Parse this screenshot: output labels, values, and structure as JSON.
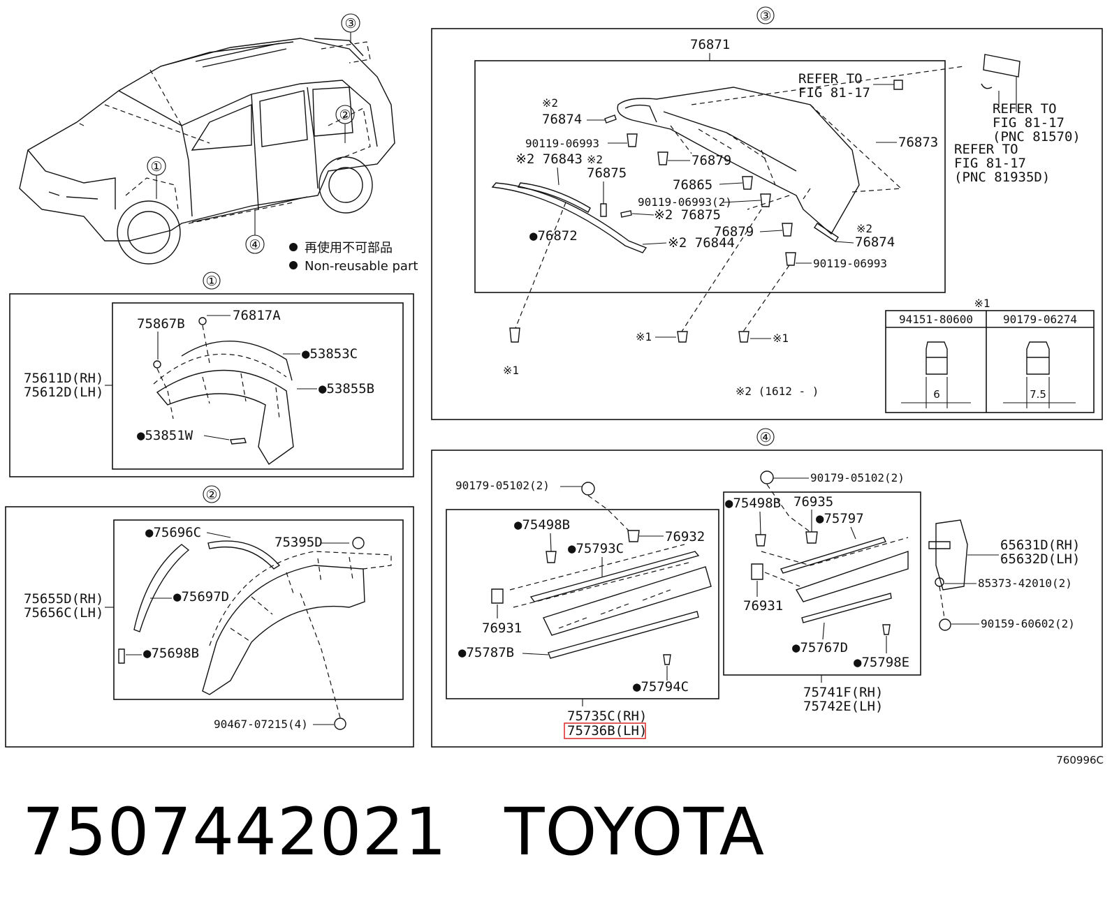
{
  "legend": {
    "jp": "再使用不可部品",
    "en": "Non-reusable part",
    "bullet": "●"
  },
  "sections": [
    {
      "num": "①"
    },
    {
      "num": "②"
    },
    {
      "num": "③"
    },
    {
      "num": "④"
    }
  ],
  "overview": {
    "callouts": [
      "①",
      "②",
      "③",
      "④"
    ]
  },
  "sec1": {
    "assembly": [
      "75611D(RH)",
      "75612D(LH)"
    ],
    "parts": [
      "75867B",
      "76817A",
      "●53853C",
      "●53855B",
      "●53851W"
    ]
  },
  "sec2": {
    "assembly": [
      "75655D(RH)",
      "75656C(LH)"
    ],
    "parts": [
      "●75696C",
      "75395D",
      "●75697D",
      "●75698B",
      "90467-07215(4)"
    ]
  },
  "sec3": {
    "assembly": "76871",
    "refer1": [
      "REFER TO",
      "FIG 81-17"
    ],
    "refer2": [
      "REFER TO",
      "FIG 81-17",
      "(PNC 81570)"
    ],
    "refer3": [
      "REFER TO",
      "FIG 81-17",
      "(PNC 81935D)"
    ],
    "parts": [
      "※2",
      "76874",
      "90119-06993",
      "※2 76843",
      "※2",
      "76875",
      "76879",
      "76865",
      "90119-06993(2)",
      "※2 76875",
      "●76872",
      "※2 76844",
      "76879",
      "※2",
      "76874",
      "90119-06993",
      "76873"
    ],
    "note1": [
      "※1",
      "※1",
      "※1"
    ],
    "note2": "※2 (1612 -     )",
    "table": {
      "mark": "※1",
      "headers": [
        "94151-80600",
        "90179-06274"
      ],
      "dims": [
        "6",
        "7.5"
      ]
    }
  },
  "sec4": {
    "parts": [
      "90179-05102(2)",
      "90179-05102(2)",
      "●75498B",
      "76932",
      "●75793C",
      "76931",
      "●75787B",
      "●75794C",
      "●75498B",
      "76935",
      "●75797",
      "76931",
      "●75767D",
      "●75798E",
      "65631D(RH)",
      "65632D(LH)",
      "85373-42010(2)",
      "90159-60602(2)"
    ],
    "assembly_a": [
      "75735C(RH)",
      "75736B(LH)"
    ],
    "assembly_b": [
      "75741F(RH)",
      "75742E(LH)"
    ]
  },
  "figure_code": "760996C",
  "footer": {
    "part_number": "7507442021",
    "brand": "TOYOTA"
  }
}
